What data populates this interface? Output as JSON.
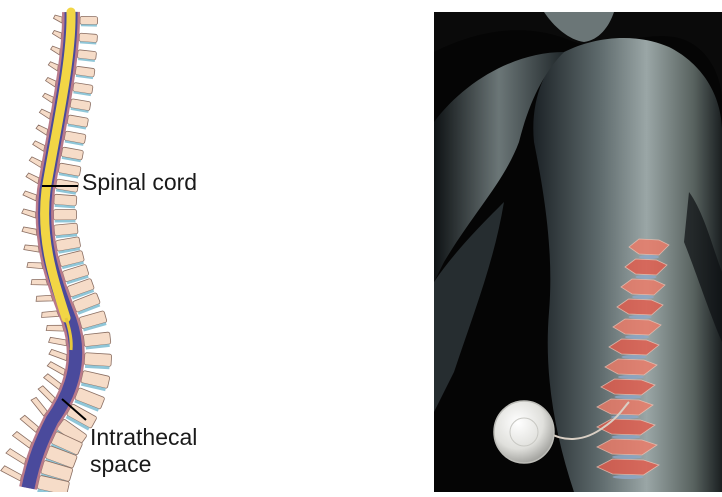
{
  "diagram": {
    "spinal_cord_label": "Spinal cord",
    "intrathecal_label_line1": "Intrathecal",
    "intrathecal_label_line2": "space"
  },
  "photo": {},
  "colors": {
    "spinal_cord": "#f2d645",
    "intrathecal_space": "#4a4a9c",
    "dura": "#b97a8a",
    "vertebra": "#f6dcc8",
    "disc": "#8fc6d8",
    "photo_background": "#0a0a0a",
    "pump": "#e4e4e0"
  }
}
